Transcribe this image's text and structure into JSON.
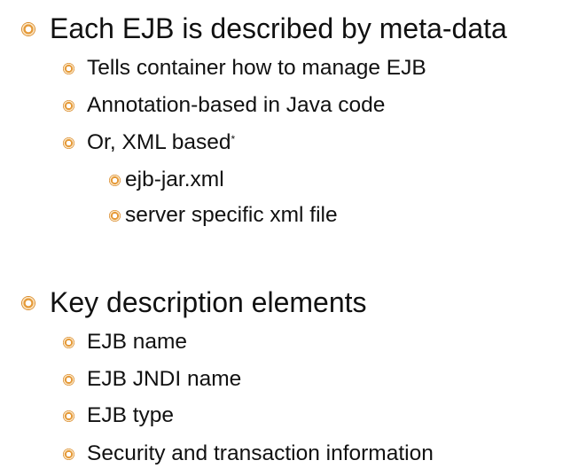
{
  "sections": [
    {
      "title": "Each EJB is described by meta-data",
      "items": [
        "Tells container how to manage EJB",
        "Annotation-based in Java code",
        "Or, XML based"
      ],
      "footnote_mark": "*",
      "subitems": [
        "ejb-jar.xml",
        "server specific xml file"
      ]
    },
    {
      "title": "Key description elements",
      "items": [
        "EJB name",
        "EJB JNDI name",
        "EJB type",
        "Security and transaction information"
      ]
    }
  ]
}
